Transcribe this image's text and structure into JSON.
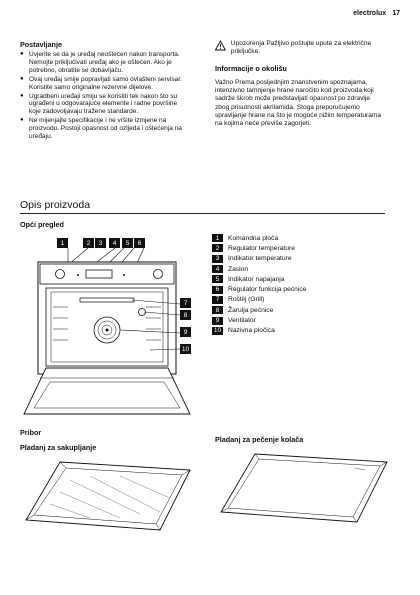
{
  "header": {
    "brand": "electrolux",
    "page": "17"
  },
  "left_col": {
    "title": "Postavljanje",
    "bullets": [
      "Uvjerite se da je uređaj neoštećen nakon transporta. Nemojte priključivati uređaj ako je oštećen. Ako je potrebno, obratite se dobavljaču.",
      "Ovaj uređaj smije popravljati samo ovlašteni servisar. Koristite samo originalne rezervne dijelove.",
      "Ugradbeni uređaji smiju se koristiti tek nakon što su ugrađeni u odgovarajuće elemente i radne površine koje zadovoljavaju tražene standarde.",
      "Ne mijenjajte specifikacije i ne vršite izmjene na proizvodu. Postoji opasnost od ozljeda i oštećenja na uređaju."
    ]
  },
  "right_col": {
    "warning": "Upozorenja Pažljivo poštujte upute za električne priključke.",
    "info_title": "Informacije o okolišu",
    "info_text": "Važno Prema posljednjim znanstvenim spoznajama, intenzivno tamnjenje hrane naročito kod proizvoda koji sadrže škrob može predstavljati opasnost po zdravlje zbog prisutnosti akrilamida. Stoga preporučujemo spravljanje hrane na što je moguće nižim temperaturama na kojima neće previše zagorjeti."
  },
  "section": {
    "title": "Opis proizvoda",
    "subtitle": "Opći pregled"
  },
  "callouts_top": [
    "1",
    "2",
    "3",
    "4",
    "5",
    "6"
  ],
  "callouts_side": [
    "7",
    "8",
    "9",
    "10"
  ],
  "legend": [
    {
      "num": "1",
      "label": "Komandna ploča"
    },
    {
      "num": "2",
      "label": "Regulator temperature"
    },
    {
      "num": "3",
      "label": "Indikator temperature"
    },
    {
      "num": "4",
      "label": "Zaslon"
    },
    {
      "num": "5",
      "label": "Indikator napajanja"
    },
    {
      "num": "6",
      "label": "Regulator funkcija pećnice"
    },
    {
      "num": "7",
      "label": "Roštilj (Grill)"
    },
    {
      "num": "8",
      "label": "Žarulja pećnice"
    },
    {
      "num": "9",
      "label": "Ventilator"
    },
    {
      "num": "10",
      "label": "Nazivna pločica"
    }
  ],
  "accessories": {
    "title": "Pribor",
    "item1": "Pladanj za sakupljanje",
    "item2": "Pladanj za pečenje kolača"
  }
}
